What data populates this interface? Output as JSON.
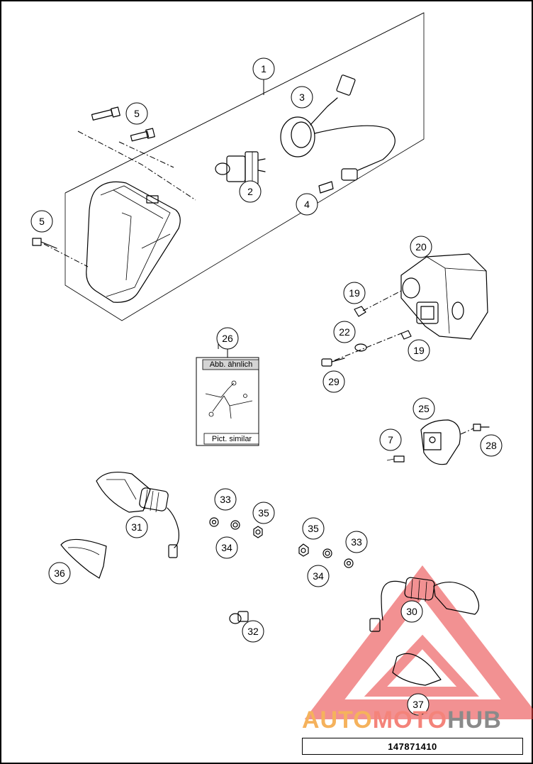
{
  "diagram": {
    "callouts": [
      {
        "id": "c1",
        "label": "1"
      },
      {
        "id": "c2",
        "label": "2"
      },
      {
        "id": "c3",
        "label": "3"
      },
      {
        "id": "c4",
        "label": "4"
      },
      {
        "id": "c5a",
        "label": "5"
      },
      {
        "id": "c5b",
        "label": "5"
      },
      {
        "id": "c7",
        "label": "7"
      },
      {
        "id": "c19a",
        "label": "19"
      },
      {
        "id": "c19b",
        "label": "19"
      },
      {
        "id": "c20",
        "label": "20"
      },
      {
        "id": "c22",
        "label": "22"
      },
      {
        "id": "c25",
        "label": "25"
      },
      {
        "id": "c26",
        "label": "26"
      },
      {
        "id": "c28",
        "label": "28"
      },
      {
        "id": "c29",
        "label": "29"
      },
      {
        "id": "c30",
        "label": "30"
      },
      {
        "id": "c31",
        "label": "31"
      },
      {
        "id": "c32",
        "label": "32"
      },
      {
        "id": "c33a",
        "label": "33"
      },
      {
        "id": "c33b",
        "label": "33"
      },
      {
        "id": "c34a",
        "label": "34"
      },
      {
        "id": "c34b",
        "label": "34"
      },
      {
        "id": "c35a",
        "label": "35"
      },
      {
        "id": "c35b",
        "label": "35"
      },
      {
        "id": "c36",
        "label": "36"
      },
      {
        "id": "c37",
        "label": "37"
      }
    ],
    "label_box": {
      "top": "Abb. ähnlich",
      "bottom": "Pict. similar"
    },
    "part_number": "147871410"
  },
  "watermark": {
    "parts": [
      "AUTO",
      "MOTO",
      "HUB"
    ],
    "colors": {
      "auto": "#f5b25c",
      "moto": "#f4837a",
      "hub": "#8a8a8a",
      "triangle": "#e8383a"
    }
  }
}
